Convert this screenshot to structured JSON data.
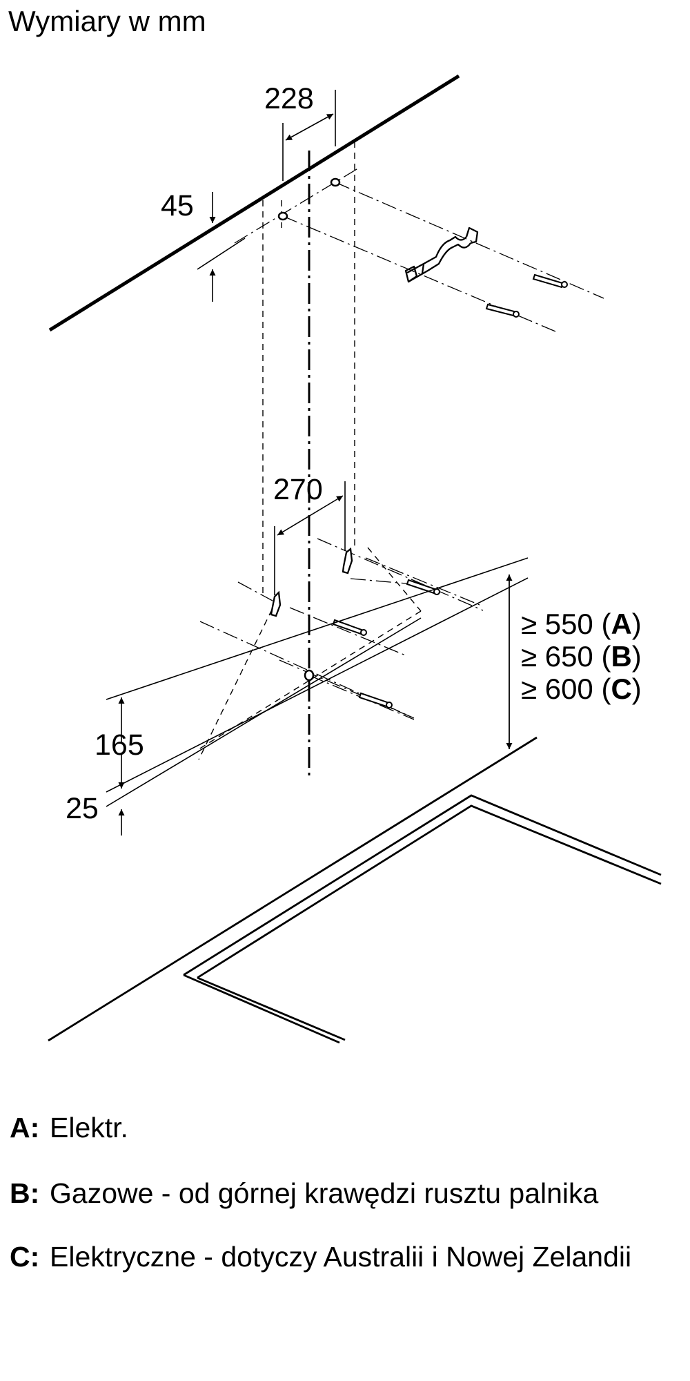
{
  "title": "Wymiary w mm",
  "dimensions": {
    "d228": "228",
    "d45": "45",
    "d270": "270",
    "d165": "165",
    "d25": "25"
  },
  "clearances": [
    {
      "prefix": "≥ 550 (",
      "key": "A",
      "suffix": ")"
    },
    {
      "prefix": "≥ 650 (",
      "key": "B",
      "suffix": ")"
    },
    {
      "prefix": "≥ 600 (",
      "key": "C",
      "suffix": ")"
    }
  ],
  "legend": [
    {
      "key": "A:",
      "text": "Elektr."
    },
    {
      "key": "B:",
      "text": "Gazowe - od górnej krawędzi rusztu palnika"
    },
    {
      "key": "C:",
      "text": "Elektryczne - dotyczy Australii i Nowej Zelandii"
    }
  ]
}
